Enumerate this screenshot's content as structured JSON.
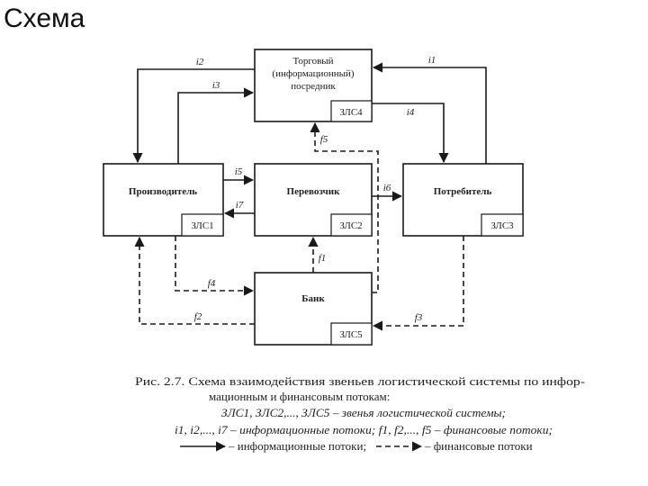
{
  "slide": {
    "title": "Схема"
  },
  "diagram": {
    "nodes": {
      "trade": {
        "lines": [
          "Торговый",
          "(информационный)",
          "посредник"
        ],
        "tag": "ЗЛС4"
      },
      "producer": {
        "label": "Производитель",
        "tag": "ЗЛС1"
      },
      "carrier": {
        "label": "Перевозчик",
        "tag": "ЗЛС2"
      },
      "consumer": {
        "label": "Потребитель",
        "tag": "ЗЛС3"
      },
      "bank": {
        "label": "Банк",
        "tag": "ЗЛС5"
      }
    },
    "flows": {
      "i1": "i1",
      "i2": "i2",
      "i3": "i3",
      "i4": "i4",
      "i5": "i5",
      "i6": "i6",
      "i7": "i7",
      "f1": "f1",
      "f2": "f2",
      "f3": "f3",
      "f4": "f4",
      "f5": "f5"
    }
  },
  "caption": {
    "line1": "Рис. 2.7. Схема взаимодействия звеньев логистической системы по инфор-",
    "line2": "мационным и финансовым потокам:",
    "line3": "ЗЛС1, ЗЛС2,..., ЗЛС5 – звенья логистической системы;",
    "line4": "i1, i2,..., i7 – информационные потоки; f1, f2,..., f5 – финансовые потоки;",
    "legend_solid": "– информационные потоки;",
    "legend_dashed": "– финансовые потоки"
  }
}
